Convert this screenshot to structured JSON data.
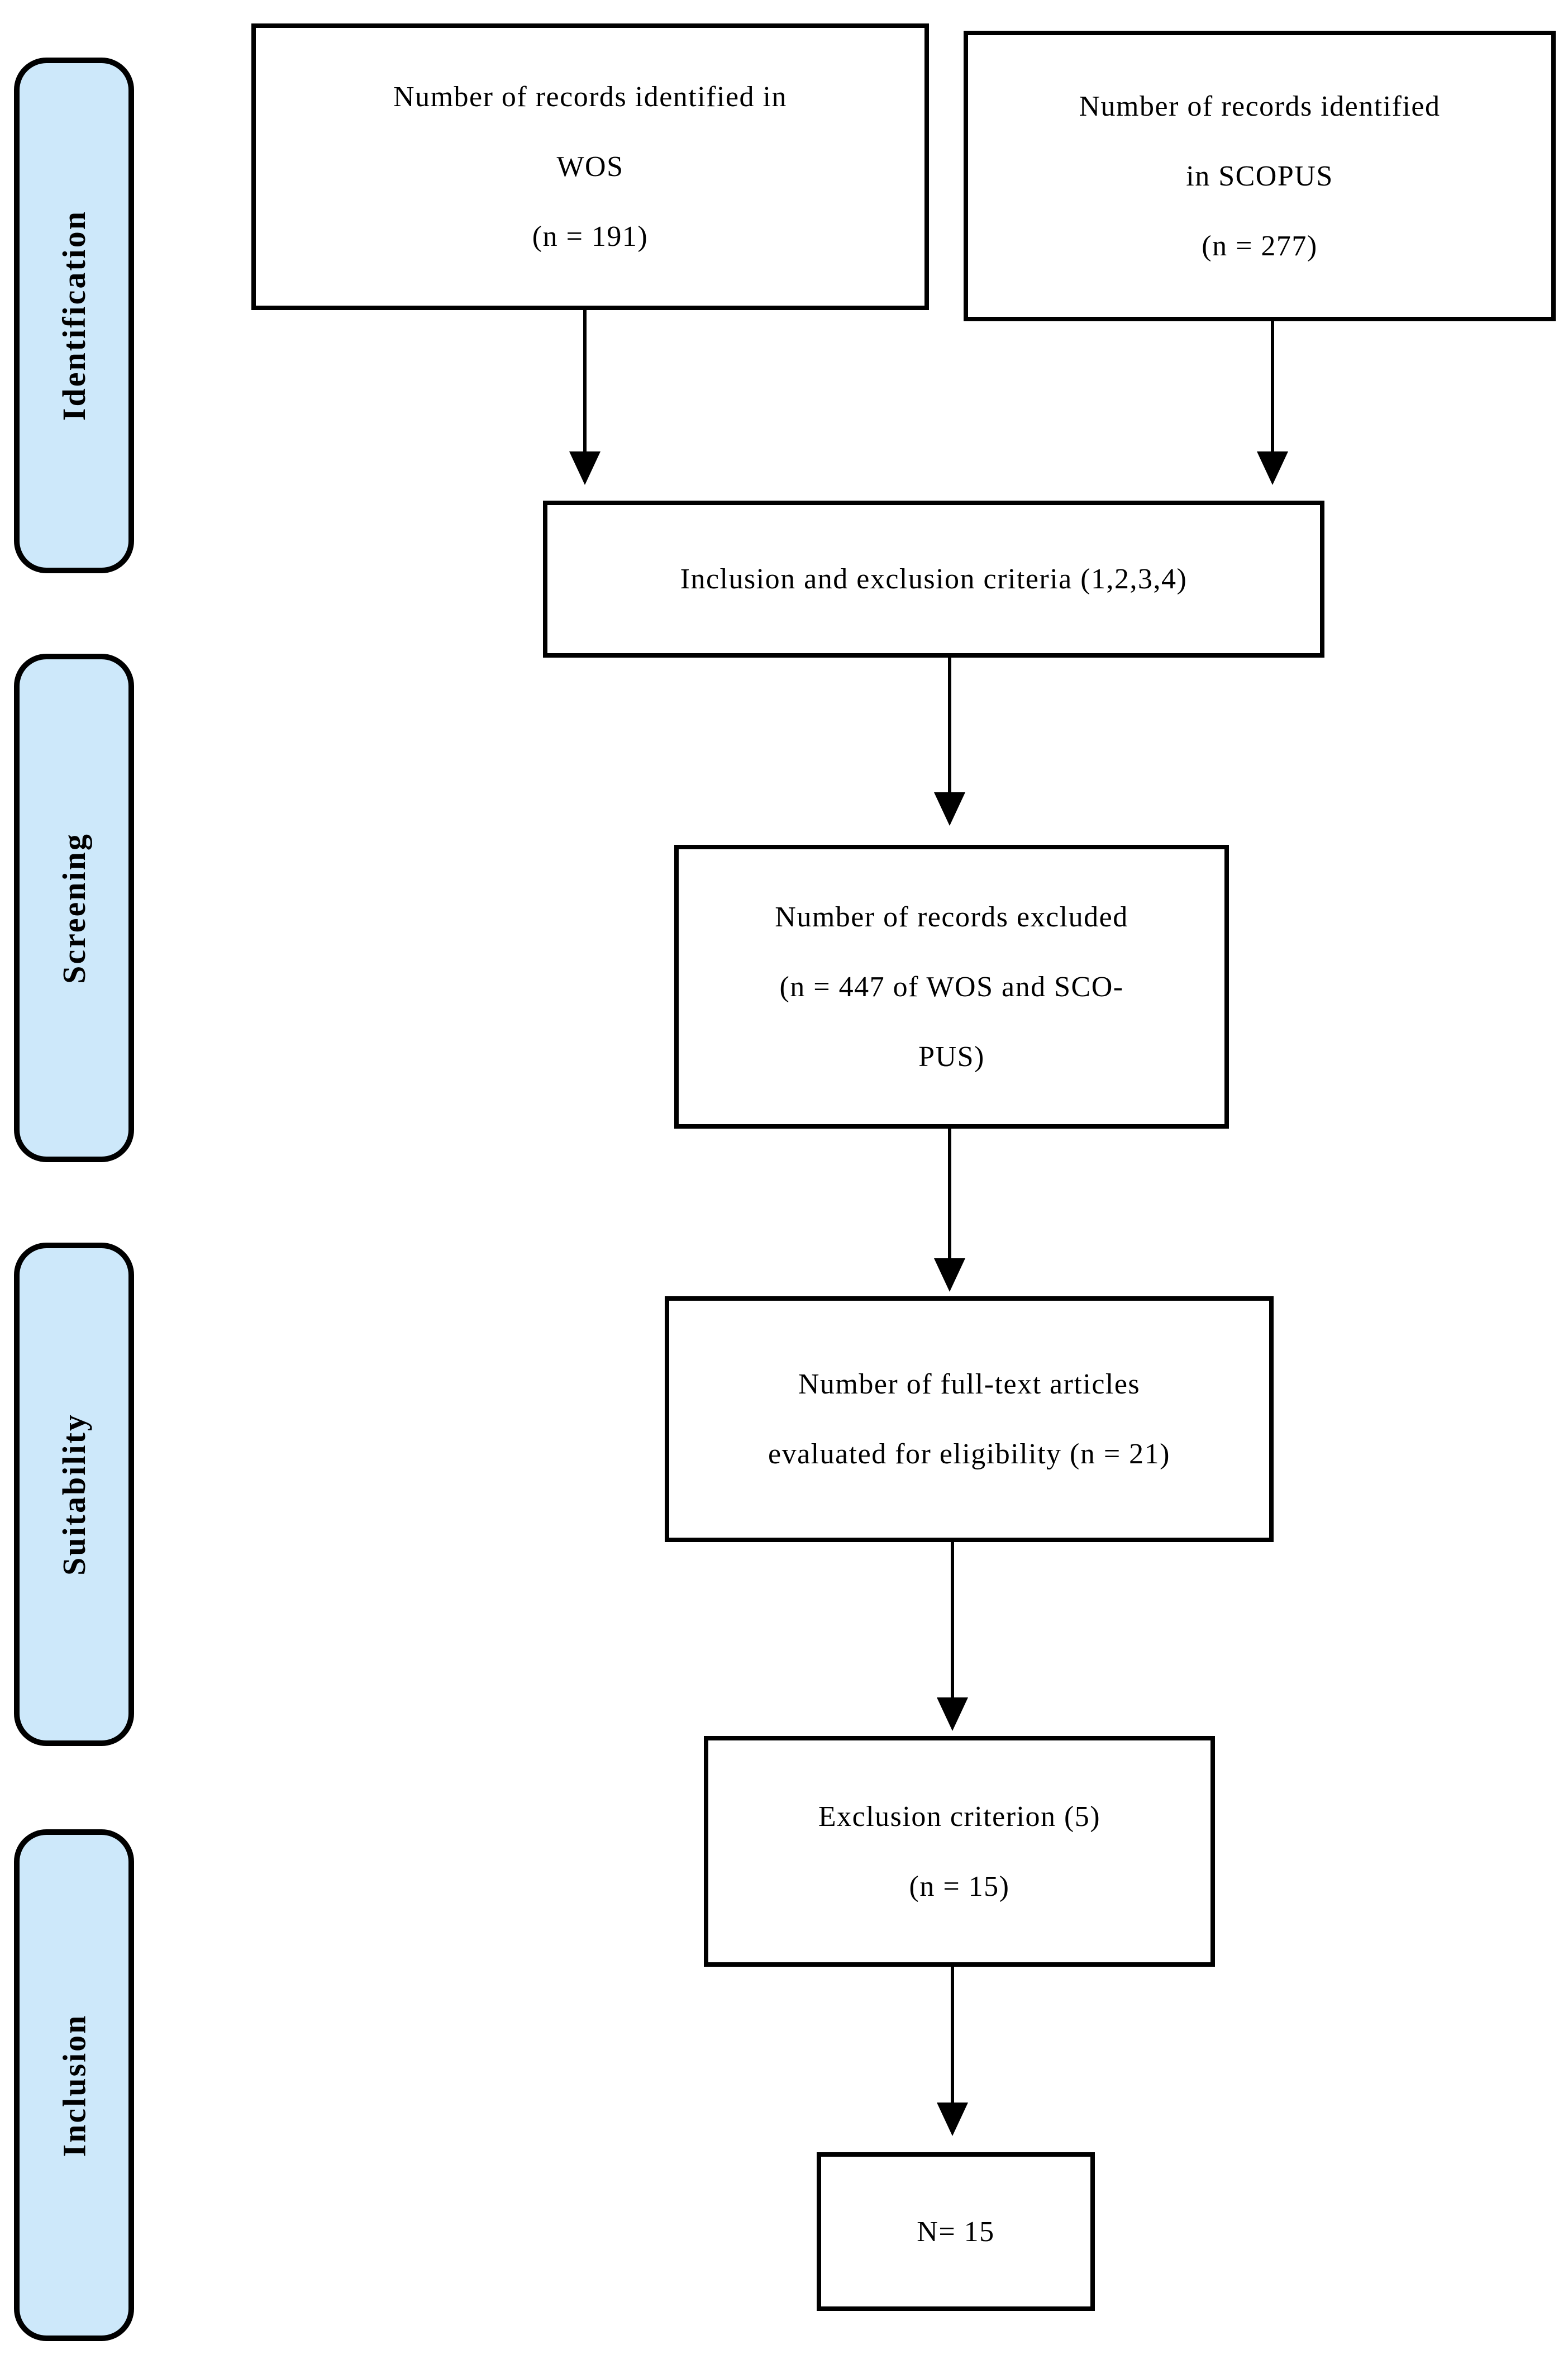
{
  "figure": {
    "kind": "systematic-review-flow-diagram"
  },
  "colors": {
    "stage_fill": "#cde8fa",
    "line": "#000000",
    "text": "#000000",
    "background": "#ffffff"
  },
  "stages": [
    {
      "label": "Identification"
    },
    {
      "label": "Screening"
    },
    {
      "label": "Suitability"
    },
    {
      "label": "Inclusion"
    }
  ],
  "boxes": {
    "wos": {
      "lines": [
        "Number of records identified in",
        "WOS",
        "(n = 191)"
      ],
      "n": 191
    },
    "scopus": {
      "lines": [
        "Number of records identified",
        "in SCOPUS",
        "(n = 277)"
      ],
      "n": 277
    },
    "criteria": {
      "lines": [
        "Inclusion and exclusion criteria (1,2,3,4)"
      ]
    },
    "excluded": {
      "lines": [
        "Number of records excluded",
        "(n = 447 of WOS and SCO-",
        "PUS)"
      ],
      "n": 447
    },
    "fulltext": {
      "lines": [
        "Number of full-text articles",
        "evaluated for eligibility (n = 21)"
      ],
      "n": 21
    },
    "exclusion5": {
      "lines": [
        "Exclusion criterion (5)",
        "(n = 15)"
      ],
      "n": 15
    },
    "final": {
      "lines": [
        "N= 15"
      ],
      "n": 15
    }
  }
}
